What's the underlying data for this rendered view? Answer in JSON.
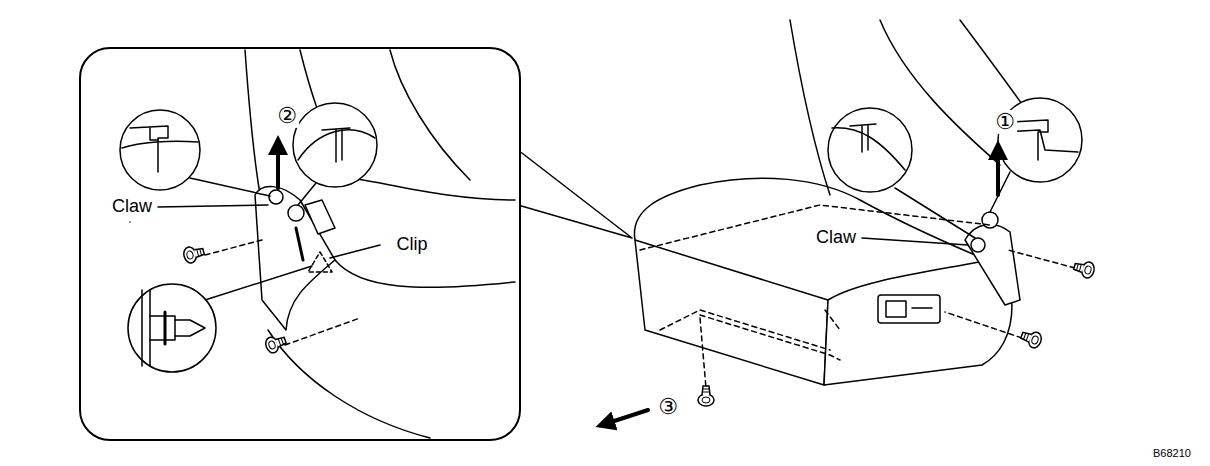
{
  "diagram": {
    "labels": [
      "②",
      "Claw",
      "Clip",
      "①",
      "Claw",
      "③",
      "B68210"
    ]
  }
}
